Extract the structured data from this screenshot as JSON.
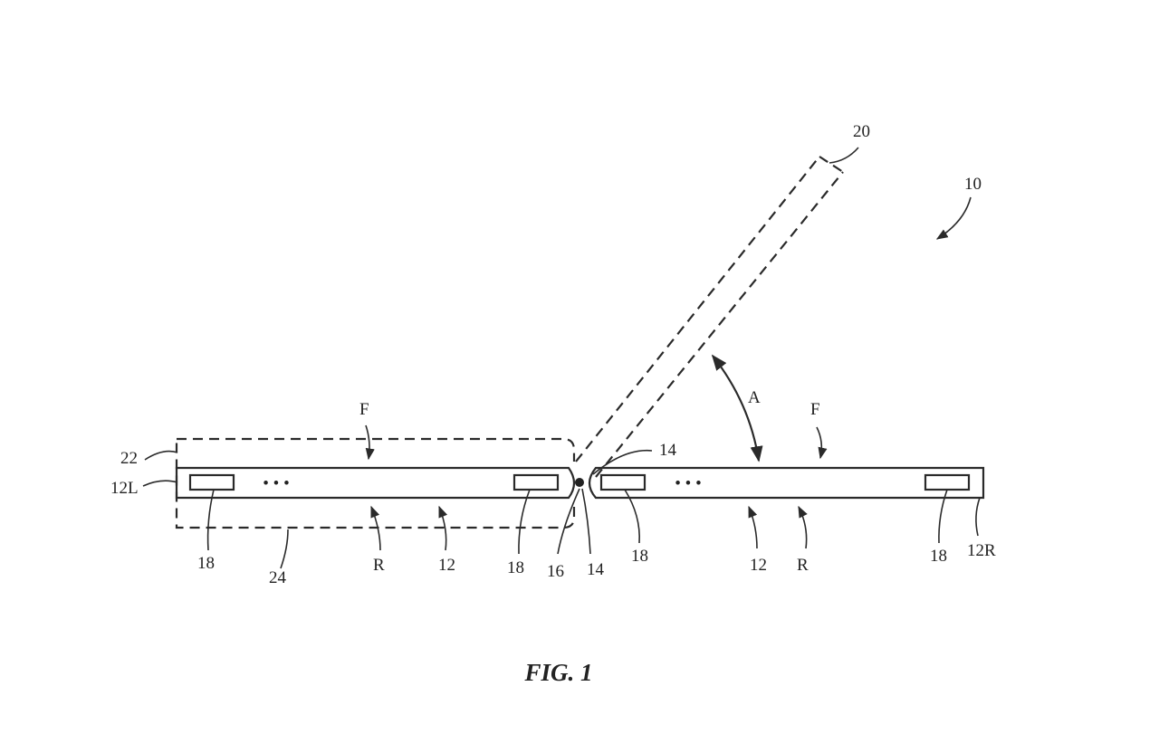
{
  "caption": "FIG. 1",
  "labels": {
    "device": "10",
    "panel_dashed": "20",
    "region_22": "22",
    "housing_left_end": "12L",
    "housing_right_end": "12R",
    "front_left": "F",
    "front_right": "F",
    "rear_left": "R",
    "rear_right": "R",
    "housing_left": "12",
    "housing_right": "12",
    "hinge_edge_upper": "14",
    "hinge_edge_lower": "14",
    "hinge": "16",
    "component_1": "18",
    "component_2": "18",
    "component_3": "18",
    "component_4": "18",
    "region_24": "24",
    "angle": "A"
  },
  "ellipsis": "• • •"
}
